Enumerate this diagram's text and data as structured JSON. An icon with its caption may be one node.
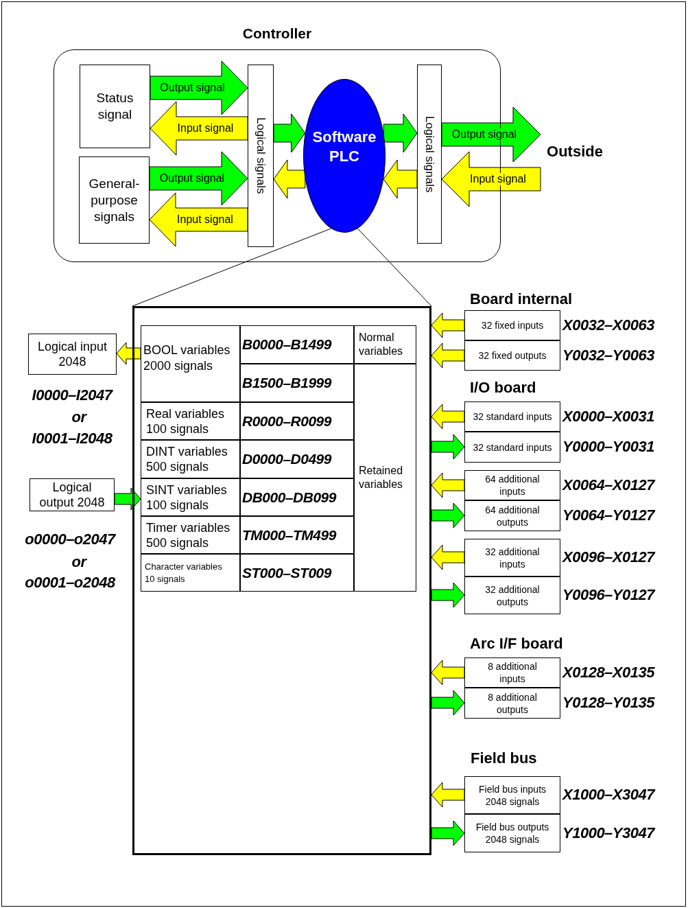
{
  "diagram": {
    "nodes": [
      {
        "text": [
          "Controller"
        ]
      },
      {
        "text": [
          "Status signal"
        ],
        "in": 0
      },
      {
        "text": [
          "General-purpose signals"
        ],
        "in": 0
      },
      {
        "text": [
          "Logical signals"
        ],
        "in": 0
      },
      {
        "text": [
          "Software PLC"
        ],
        "in": 0
      },
      {
        "text": [
          "Logical signals"
        ],
        "in": 0
      },
      {
        "text": [
          "Outside"
        ]
      },
      {
        "text": [],
        "shape": "box"
      },
      {
        "text": [
          "Logical input 2048"
        ],
        "beside": [
          "I0000–I2047",
          "or",
          "I0001–I2048"
        ]
      },
      {
        "text": [
          "Logical output 2048"
        ],
        "beside": [
          "o0000–o2047",
          "or",
          "o0001–o2048"
        ]
      },
      {
        "text": [
          "BOOL variables 2000 signals"
        ],
        "in": 7
      },
      {
        "text": [
          "B0000–B1499"
        ],
        "in": 7
      },
      {
        "text": [
          "Normal variables"
        ],
        "in": 7
      },
      {
        "text": [
          "B1500–B1999"
        ],
        "in": 7
      },
      {
        "text": [
          "Retained variables"
        ],
        "in": 7
      },
      {
        "text": [
          "Real variables 100 signals"
        ],
        "in": 7
      },
      {
        "text": [
          "R0000–R0099"
        ],
        "in": 7
      },
      {
        "text": [
          "DINT variables 500 signals"
        ],
        "in": 7
      },
      {
        "text": [
          "D0000–D0499"
        ],
        "in": 7
      },
      {
        "text": [
          "SINT variables 100 signals"
        ],
        "in": 7
      },
      {
        "text": [
          "DB000–DB099"
        ],
        "in": 7
      },
      {
        "text": [
          "Timer variables 500 signals"
        ],
        "in": 7
      },
      {
        "text": [
          "TM000–TM499"
        ],
        "in": 7
      },
      {
        "text": [
          "Character variables 10 signals"
        ],
        "in": 7
      },
      {
        "text": [
          "ST000–ST009"
        ],
        "in": 7
      },
      {
        "text": [
          "32 fixed inputs"
        ],
        "beside": [
          "X0032–X0063"
        ]
      },
      {
        "text": [
          "32 fixed outputs"
        ],
        "beside": [
          "Y0032–Y0063"
        ]
      },
      {
        "text": [
          "32 standard inputs"
        ],
        "beside": [
          "X0000–X0031"
        ]
      },
      {
        "text": [
          "32 standard inputs"
        ],
        "beside": [
          "Y0000–Y0031"
        ]
      },
      {
        "text": [
          "64 additional inputs"
        ],
        "beside": [
          "X0064–X0127"
        ]
      },
      {
        "text": [
          "64 additional outputs"
        ],
        "beside": [
          "Y0064–Y0127"
        ]
      },
      {
        "text": [
          "32 additional inputs"
        ],
        "beside": [
          "X0096–X0127"
        ]
      },
      {
        "text": [
          "32 additional outputs"
        ],
        "beside": [
          "Y0096–Y0127"
        ]
      },
      {
        "text": [
          "8 additional inputs"
        ],
        "beside": [
          "X0128–X0135"
        ]
      },
      {
        "text": [
          "8 additional outputs"
        ],
        "beside": [
          "Y0128–Y0135"
        ]
      },
      {
        "text": [
          "Field bus inputs 2048 signals"
        ],
        "beside": [
          "X1000–X3047"
        ]
      },
      {
        "text": [
          "Field bus outputs 2048 signals"
        ],
        "beside": [
          "Y1000–Y3047"
        ]
      }
    ],
    "edges": [
      {
        "from": 1,
        "to": 3,
        "arrow": "to",
        "label": "Output signal",
        "color": "#00ff00"
      },
      {
        "from": 3,
        "to": 1,
        "arrow": "to",
        "label": "Input signal",
        "color": "#ffff00"
      },
      {
        "from": 2,
        "to": 3,
        "arrow": "to",
        "label": "Output signal",
        "color": "#00ff00"
      },
      {
        "from": 3,
        "to": 2,
        "arrow": "to",
        "label": "Input signal",
        "color": "#ffff00"
      },
      {
        "from": 3,
        "to": 4,
        "arrow": "to",
        "color": "#00ff00"
      },
      {
        "from": 4,
        "to": 3,
        "arrow": "to",
        "color": "#ffff00"
      },
      {
        "from": 4,
        "to": 5,
        "arrow": "to",
        "color": "#00ff00"
      },
      {
        "from": 5,
        "to": 4,
        "arrow": "to",
        "color": "#ffff00"
      },
      {
        "from": 5,
        "to": 6,
        "arrow": "to",
        "label": "Output signal",
        "color": "#00ff00"
      },
      {
        "from": 6,
        "to": 5,
        "arrow": "to",
        "label": "Input signal",
        "color": "#ffff00"
      },
      {
        "from": 4,
        "to": 7,
        "arrow": "none"
      },
      {
        "from": 4,
        "to": 7,
        "arrow": "none"
      },
      {
        "from": 10,
        "to": 8,
        "arrow": "to",
        "color": "#ffff00"
      },
      {
        "from": 9,
        "to": 19,
        "arrow": "to",
        "color": "#00ff00"
      },
      {
        "from": 25,
        "to": 7,
        "arrow": "to",
        "color": "#ffff00"
      },
      {
        "from": 26,
        "to": 7,
        "arrow": "to",
        "color": "#ffff00"
      },
      {
        "from": 27,
        "to": 7,
        "arrow": "to",
        "color": "#ffff00"
      },
      {
        "from": 7,
        "to": 28,
        "arrow": "to",
        "color": "#00ff00"
      },
      {
        "from": 29,
        "to": 7,
        "arrow": "to",
        "color": "#ffff00"
      },
      {
        "from": 7,
        "to": 30,
        "arrow": "to",
        "color": "#00ff00"
      },
      {
        "from": 31,
        "to": 7,
        "arrow": "to",
        "color": "#ffff00"
      },
      {
        "from": 7,
        "to": 32,
        "arrow": "to",
        "color": "#00ff00"
      },
      {
        "from": 33,
        "to": 7,
        "arrow": "to",
        "color": "#ffff00"
      },
      {
        "from": 7,
        "to": 34,
        "arrow": "to",
        "color": "#00ff00"
      },
      {
        "from": 35,
        "to": 7,
        "arrow": "to",
        "color": "#ffff00"
      },
      {
        "from": 7,
        "to": 36,
        "arrow": "to",
        "color": "#00ff00"
      }
    ],
    "labels": [
      "Board internal",
      "I/O board",
      "Arc I/F board",
      "Field bus"
    ]
  }
}
